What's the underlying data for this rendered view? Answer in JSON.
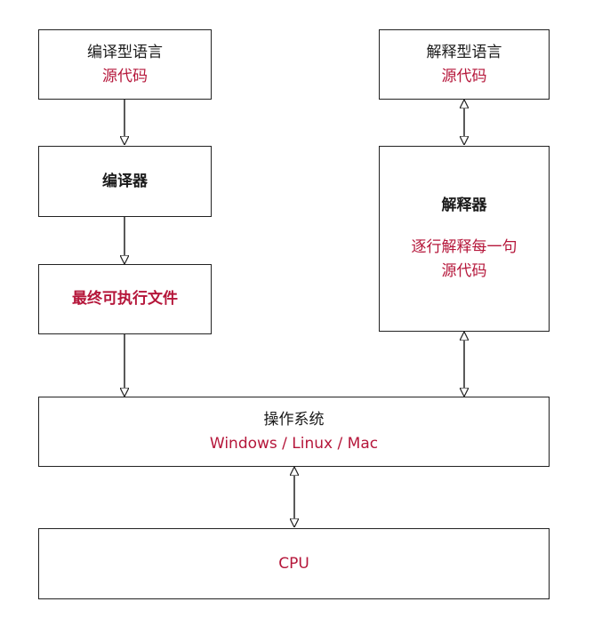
{
  "compiled_lang": {
    "title": "编译型语言",
    "subtitle": "源代码"
  },
  "compiler": {
    "title": "编译器"
  },
  "executable": {
    "title": "最终可执行文件"
  },
  "interpreted_lang": {
    "title": "解释型语言",
    "subtitle": "源代码"
  },
  "interpreter": {
    "title": "解释器",
    "note_line1": "逐行解释每一句",
    "note_line2": "源代码"
  },
  "os": {
    "title": "操作系统",
    "subtitle": "Windows / Linux / Mac"
  },
  "cpu": {
    "title": "CPU"
  },
  "colors": {
    "text": "#1a1a1a",
    "accent_red": "#b5163a",
    "line": "#222222"
  }
}
